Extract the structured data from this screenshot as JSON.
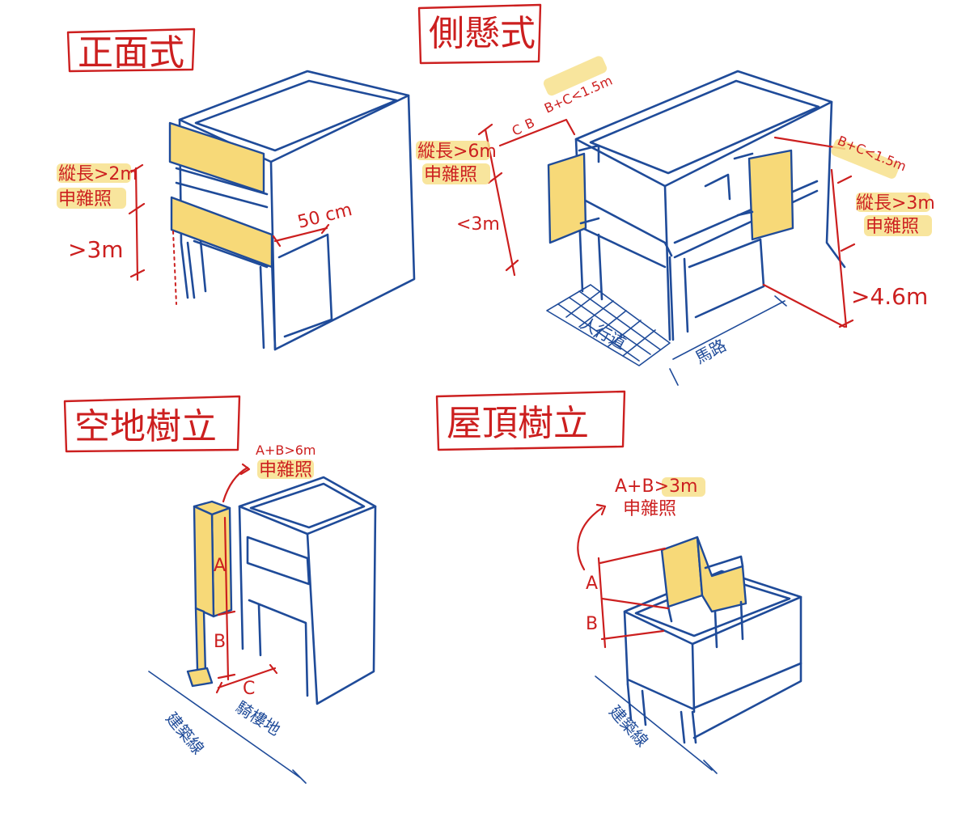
{
  "colors": {
    "ink_blue": "#1f4b99",
    "annotation_red": "#cc1f1f",
    "sign_yellow": "#f7d978",
    "highlight_yellow": "#f7e08c"
  },
  "panels": {
    "front": {
      "title": "正面式",
      "label_length": "縱長>2m",
      "label_permit": "申雜照",
      "label_height": ">3m",
      "label_depth": "50 cm"
    },
    "side": {
      "title": "側懸式",
      "label_left_length": "縱長>6m",
      "label_left_permit": "申雜照",
      "label_left_height": "<3m",
      "label_b": "B",
      "label_c": "C",
      "label_bc_left": "B+C<1.5m",
      "label_bc_right": "B+C<1.5m",
      "label_right_length": "縱長>3m",
      "label_right_permit": "申雜照",
      "label_clearance": ">4.6m",
      "label_sidewalk": "人行道",
      "label_road": "馬路"
    },
    "ground": {
      "title": "空地樹立",
      "label_sum": "A+B>6m",
      "label_permit": "申雜照",
      "label_a": "A",
      "label_b": "B",
      "label_c": "C",
      "label_open_space": "騎樓地",
      "label_building_line": "建築線"
    },
    "roof": {
      "title": "屋頂樹立",
      "label_sum": "A+B>3m",
      "label_permit": "申雜照",
      "label_a": "A",
      "label_b": "B",
      "label_building_line": "建築線"
    }
  }
}
